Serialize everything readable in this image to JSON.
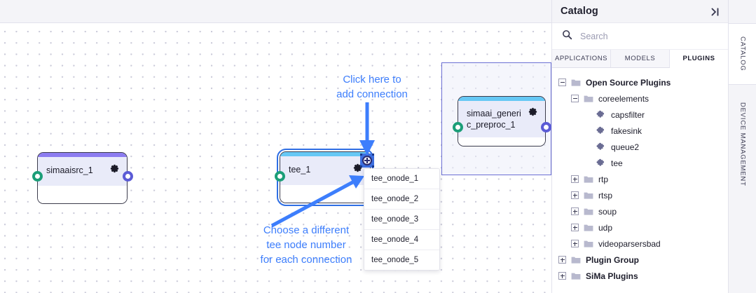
{
  "canvas": {
    "nodes": [
      {
        "id": "simaaisrc_1",
        "title": "simaaisrc_1",
        "accent": "#8c7cf0",
        "gear": "gear-icon",
        "in_port": "input-port",
        "out_port": "output-port"
      },
      {
        "id": "tee_1",
        "title": "tee_1",
        "accent": "#66c8f5",
        "gear": "gear-icon",
        "in_port": "input-port",
        "add_port": "add-connection-icon"
      },
      {
        "id": "simaai_generic_preproc_1",
        "title": "simaai_generic_preproc_1",
        "accent": "#66c8f5",
        "gear": "gear-icon",
        "in_port": "input-port",
        "out_port": "output-port"
      }
    ],
    "annotations": [
      {
        "id": "click-here",
        "text": "Click here to\nadd connection",
        "color": "#3d7efc"
      },
      {
        "id": "choose-tee",
        "text": "Choose a different\ntee node number\nfor each connection",
        "color": "#3d7efc"
      }
    ],
    "dropdown": {
      "name": "tee-onode-dropdown",
      "items": [
        "tee_onode_1",
        "tee_onode_2",
        "tee_onode_3",
        "tee_onode_4",
        "tee_onode_5"
      ]
    }
  },
  "catalog": {
    "title": "Catalog",
    "collapse_icon": "collapse-panel-icon",
    "search": {
      "placeholder": "Search",
      "value": "",
      "icon": "search-icon"
    },
    "tabs": [
      {
        "label": "APPLICATIONS",
        "active": false
      },
      {
        "label": "MODELS",
        "active": false
      },
      {
        "label": "PLUGINS",
        "active": true
      }
    ],
    "tree": [
      {
        "label": "Open Source Plugins",
        "indent": 1,
        "type": "folder",
        "expander": "minus",
        "bold": true
      },
      {
        "label": "coreelements",
        "indent": 2,
        "type": "folder",
        "expander": "minus",
        "bold": false
      },
      {
        "label": "capsfilter",
        "indent": 3,
        "type": "plugin",
        "expander": "none",
        "bold": false
      },
      {
        "label": "fakesink",
        "indent": 3,
        "type": "plugin",
        "expander": "none",
        "bold": false
      },
      {
        "label": "queue2",
        "indent": 3,
        "type": "plugin",
        "expander": "none",
        "bold": false
      },
      {
        "label": "tee",
        "indent": 3,
        "type": "plugin",
        "expander": "none",
        "bold": false
      },
      {
        "label": "rtp",
        "indent": 2,
        "type": "folder",
        "expander": "plus",
        "bold": false
      },
      {
        "label": "rtsp",
        "indent": 2,
        "type": "folder",
        "expander": "plus",
        "bold": false
      },
      {
        "label": "soup",
        "indent": 2,
        "type": "folder",
        "expander": "plus",
        "bold": false
      },
      {
        "label": "udp",
        "indent": 2,
        "type": "folder",
        "expander": "plus",
        "bold": false
      },
      {
        "label": "videoparsersbad",
        "indent": 2,
        "type": "folder",
        "expander": "plus",
        "bold": false
      },
      {
        "label": "Plugin Group",
        "indent": 1,
        "type": "folder",
        "expander": "plus",
        "bold": true
      },
      {
        "label": "SiMa Plugins",
        "indent": 1,
        "type": "folder",
        "expander": "plus",
        "bold": true
      }
    ]
  },
  "rail": {
    "tabs": [
      {
        "label": "CATALOG",
        "active": true
      },
      {
        "label": "DEVICE MANAGEMENT",
        "active": false
      }
    ]
  }
}
